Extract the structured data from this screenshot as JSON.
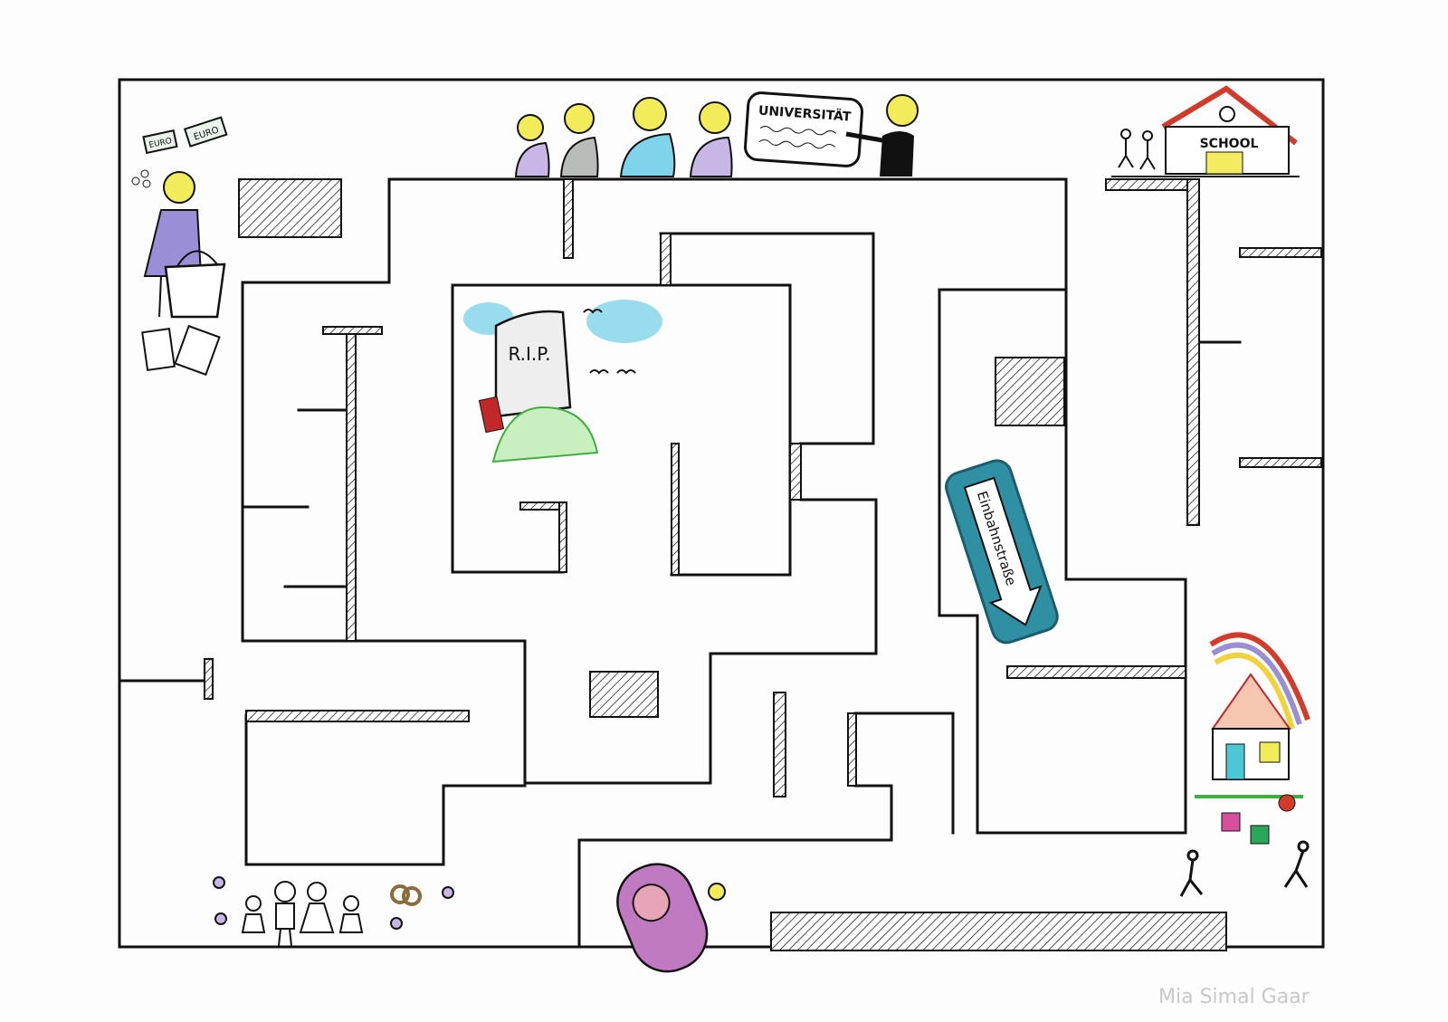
{
  "drawing": {
    "title": "Maze of life",
    "labels": {
      "money_note_1": "EURO",
      "money_note_2": "EURO",
      "university_board": "UNIVERSITÄT",
      "school_sign": "SCHOOL",
      "gravestone": "R.I.P.",
      "one_way_sign": "Einbahnstraße"
    },
    "signature": "Mia Simal Gaar",
    "colors": {
      "ink": "#111111",
      "one_way_blue": "#2f8fa3",
      "roof_red": "#d23a2a",
      "grass_green": "#3fae3f",
      "sky_blue": "#7fd3ea",
      "purple": "#9a8fd6"
    }
  }
}
